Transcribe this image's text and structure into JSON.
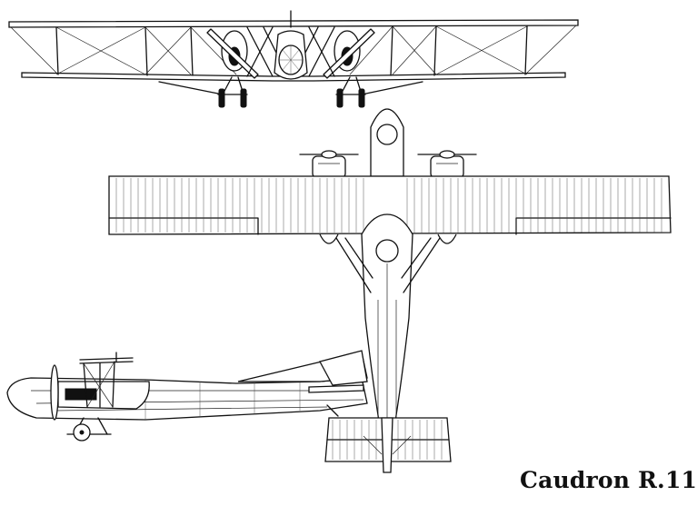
{
  "caption": "Caudron R.11",
  "views": {
    "front": "front-view",
    "top": "top-view",
    "side": "side-view"
  },
  "colors": {
    "ink": "#111111",
    "paper": "#ffffff"
  }
}
